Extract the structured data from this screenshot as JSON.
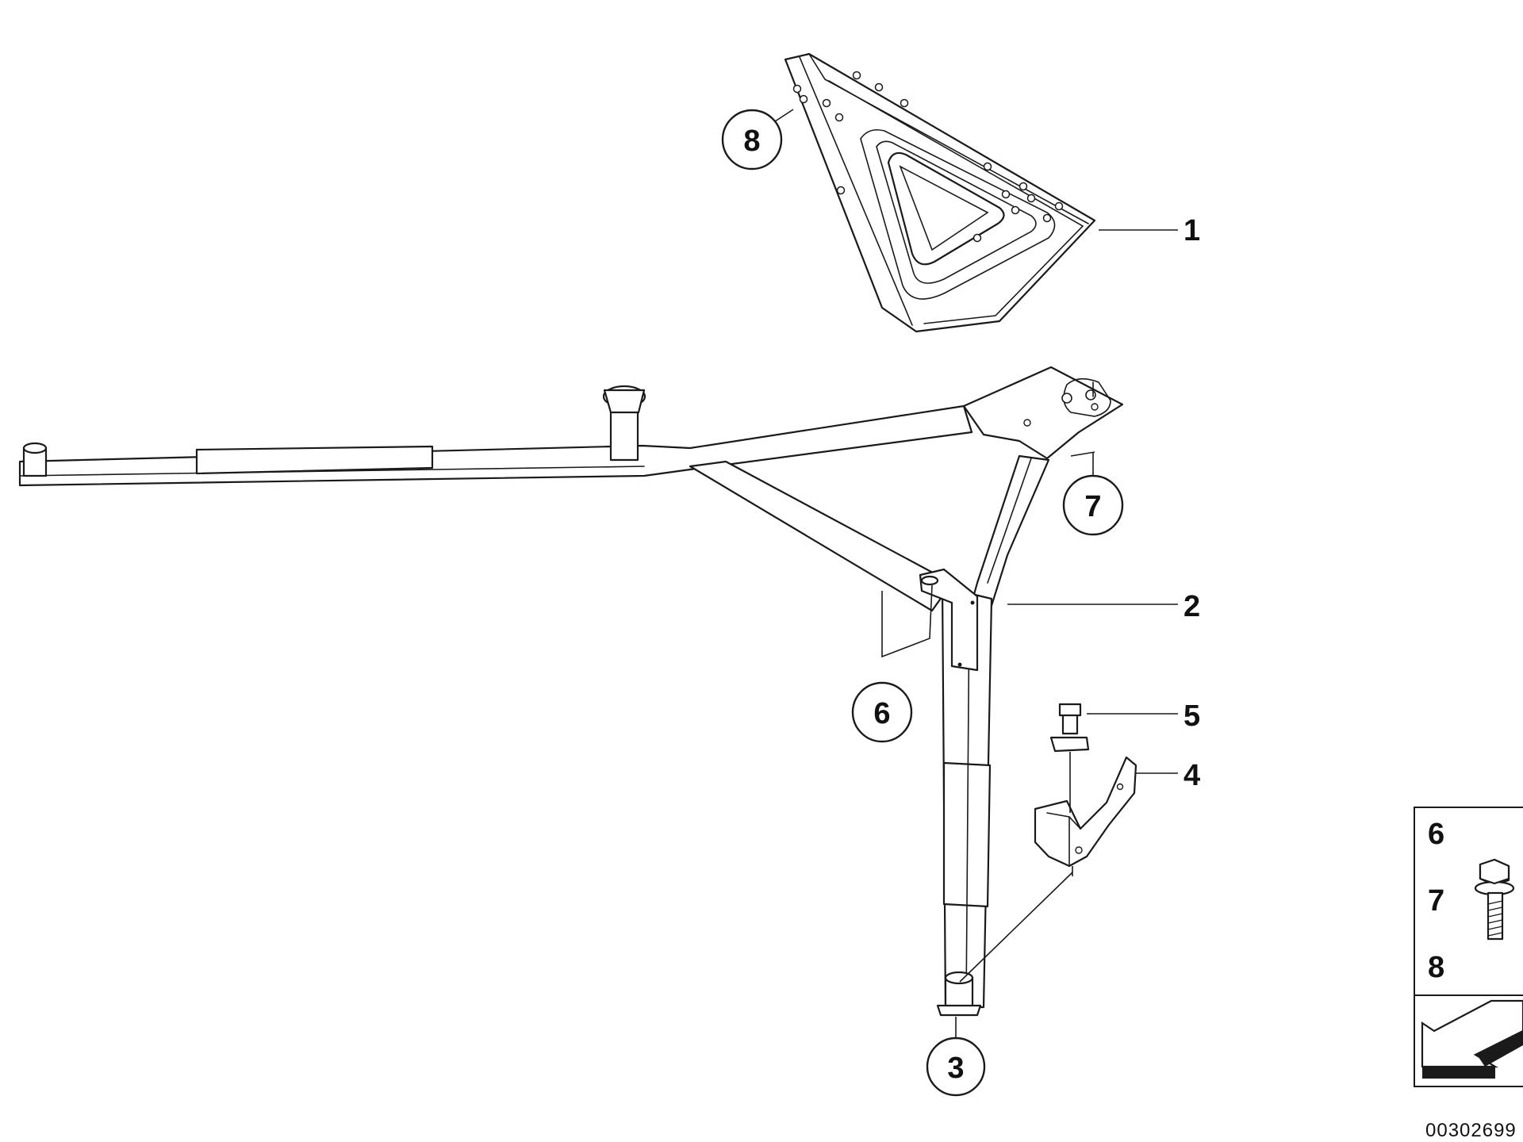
{
  "callouts": [
    {
      "id": "1",
      "label": "1",
      "style": "plain"
    },
    {
      "id": "2",
      "label": "2",
      "style": "plain"
    },
    {
      "id": "3",
      "label": "3",
      "style": "circled"
    },
    {
      "id": "4",
      "label": "4",
      "style": "plain"
    },
    {
      "id": "5",
      "label": "5",
      "style": "plain"
    },
    {
      "id": "6",
      "label": "6",
      "style": "circled"
    },
    {
      "id": "7",
      "label": "7",
      "style": "circled"
    },
    {
      "id": "8",
      "label": "8",
      "style": "circled"
    }
  ],
  "legend_box": {
    "labels": [
      "6",
      "7",
      "8"
    ],
    "icon": "hex-flange-bolt-icon",
    "footer_icon": "arrow-left-icon"
  },
  "reference_number": "00302699",
  "colors": {
    "line": "#1a1a1a",
    "background": "#ffffff"
  }
}
